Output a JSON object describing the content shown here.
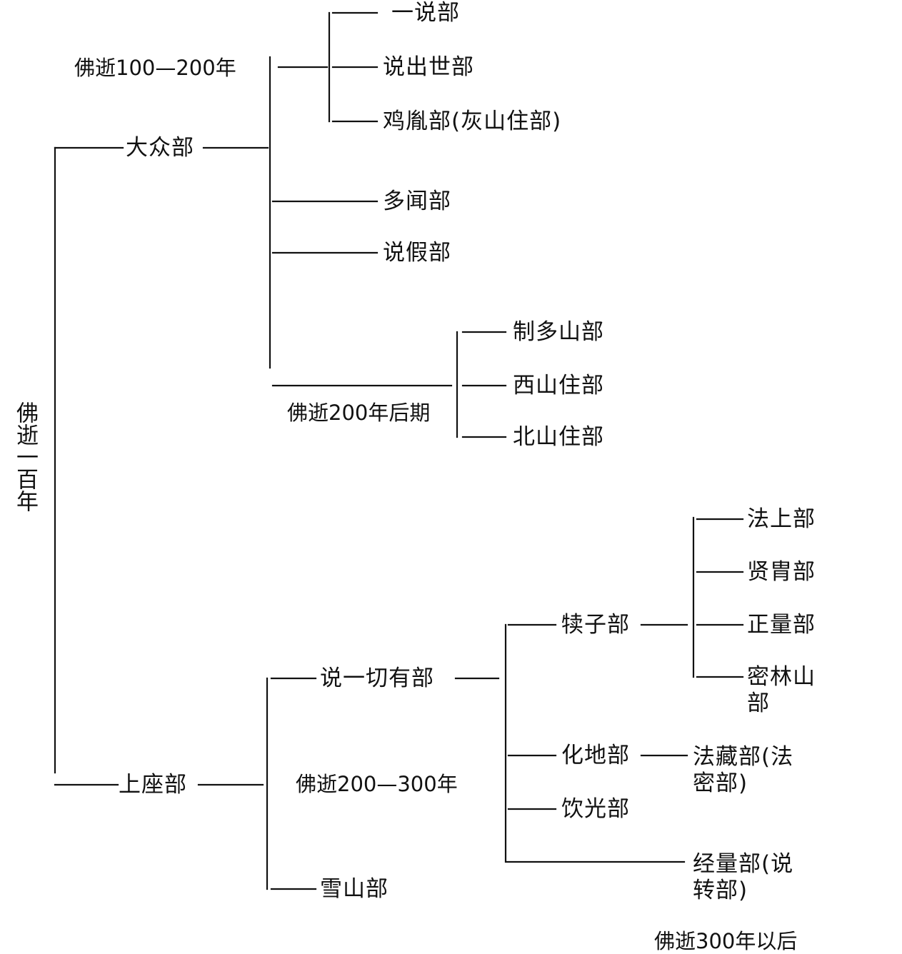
{
  "root": "佛逝一百年",
  "mahasanghika": {
    "name": "大众部",
    "period": "佛逝100—200年",
    "children": [
      "一说部",
      "说出世部",
      "鸡胤部(灰山住部)",
      "多闻部",
      "说假部"
    ],
    "late_period": "佛逝200年后期",
    "late_children": [
      "制多山部",
      "西山住部",
      "北山住部"
    ]
  },
  "sthavira": {
    "name": "上座部",
    "period": "佛逝200—300年",
    "sarvastivada": "说一切有部",
    "himavata": "雪山部",
    "vatsiputriya": "犊子部",
    "vatsiputriya_children": [
      "法上部",
      "贤胄部",
      "正量部",
      "密林山部"
    ],
    "mahisasaka": "化地部",
    "dharmaguptaka": "法藏部(法密部)",
    "kasyapiya": "饮光部",
    "sautrantika": "经量部(说转部)",
    "later_period": "佛逝300年以后"
  }
}
